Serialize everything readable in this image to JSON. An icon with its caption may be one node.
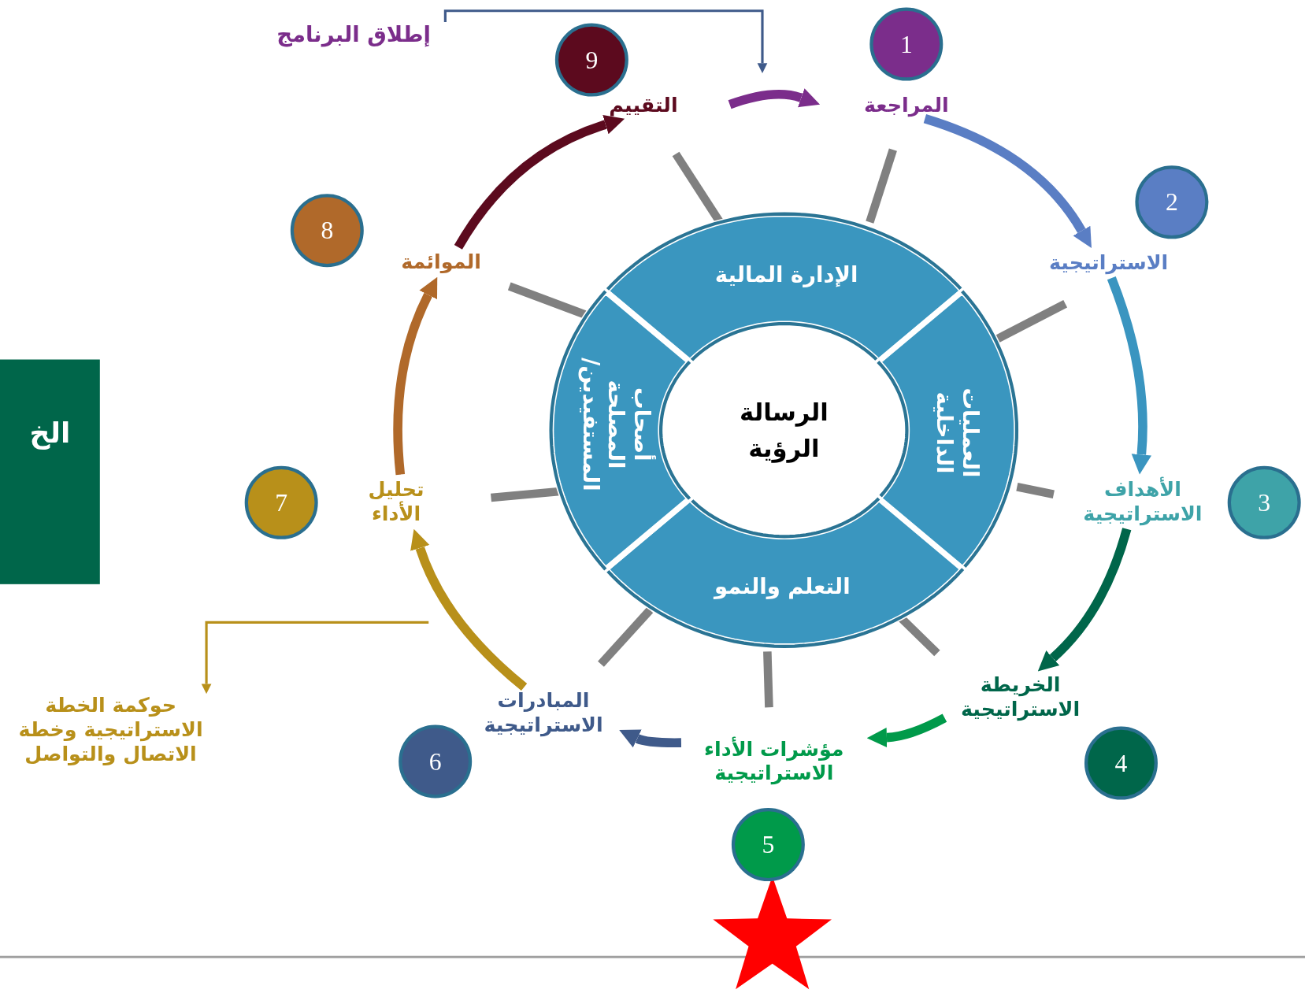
{
  "diagram": {
    "nodes": [
      {
        "text": [
          "إطلاق البرنامج"
        ]
      },
      {
        "text": [
          "1"
        ]
      },
      {
        "text": [
          "المراجعة"
        ]
      },
      {
        "text": [
          "2"
        ]
      },
      {
        "text": [
          "الاستراتيجية"
        ]
      },
      {
        "text": [
          "3"
        ]
      },
      {
        "text": [
          "الأهداف الاستراتيجية"
        ]
      },
      {
        "text": [
          "4"
        ]
      },
      {
        "text": [
          "الخريطة الاستراتيجية"
        ]
      },
      {
        "text": [
          "5"
        ]
      },
      {
        "text": [
          "مؤشرات الأداء الاستراتيجية"
        ]
      },
      {
        "text": [
          "6"
        ]
      },
      {
        "text": [
          "المبادرات الاستراتيجية"
        ]
      },
      {
        "text": [
          "7"
        ]
      },
      {
        "text": [
          "تحليل الأداء"
        ]
      },
      {
        "text": [
          "8"
        ]
      },
      {
        "text": [
          "الموائمة"
        ]
      },
      {
        "text": [
          "9"
        ]
      },
      {
        "text": [
          "التقييم"
        ]
      },
      {
        "text": [
          "الإدارة المالية"
        ]
      },
      {
        "text": [
          "العمليات الداخلية"
        ]
      },
      {
        "text": [
          "التعلم والنمو"
        ]
      },
      {
        "text": [
          "أصحاب المصلحة المستفيدين/"
        ]
      },
      {
        "text": [
          "الرسالة",
          "الرؤية"
        ]
      },
      {
        "text": [
          "حوكمة الخطة الاستراتيجية وخطة الاتصال والتواصل"
        ]
      },
      {
        "text": [
          "الخ"
        ]
      }
    ],
    "edges": [
      {
        "from": 18,
        "to": 2,
        "arrow": "to",
        "color": "#7b2d8b"
      },
      {
        "from": 2,
        "to": 4,
        "arrow": "to",
        "color": "#5a7ec4"
      },
      {
        "from": 4,
        "to": 6,
        "arrow": "to",
        "color": "#3a95c0"
      },
      {
        "from": 6,
        "to": 8,
        "arrow": "to",
        "color": "#00664a"
      },
      {
        "from": 8,
        "to": 10,
        "arrow": "to",
        "color": "#009a4a"
      },
      {
        "from": 10,
        "to": 12,
        "arrow": "to",
        "color": "#3f5a8a"
      },
      {
        "from": 12,
        "to": 14,
        "arrow": "to",
        "color": "#b8901a"
      },
      {
        "from": 14,
        "to": 16,
        "arrow": "to",
        "color": "#b0692a"
      },
      {
        "from": 16,
        "to": 18,
        "arrow": "to",
        "color": "#5c0a1e"
      },
      {
        "from": 0,
        "to": null,
        "arrow": "to",
        "color": "#3f5a8a"
      },
      {
        "from": null,
        "to": 24,
        "arrow": "to",
        "color": "#b8901a"
      }
    ]
  }
}
